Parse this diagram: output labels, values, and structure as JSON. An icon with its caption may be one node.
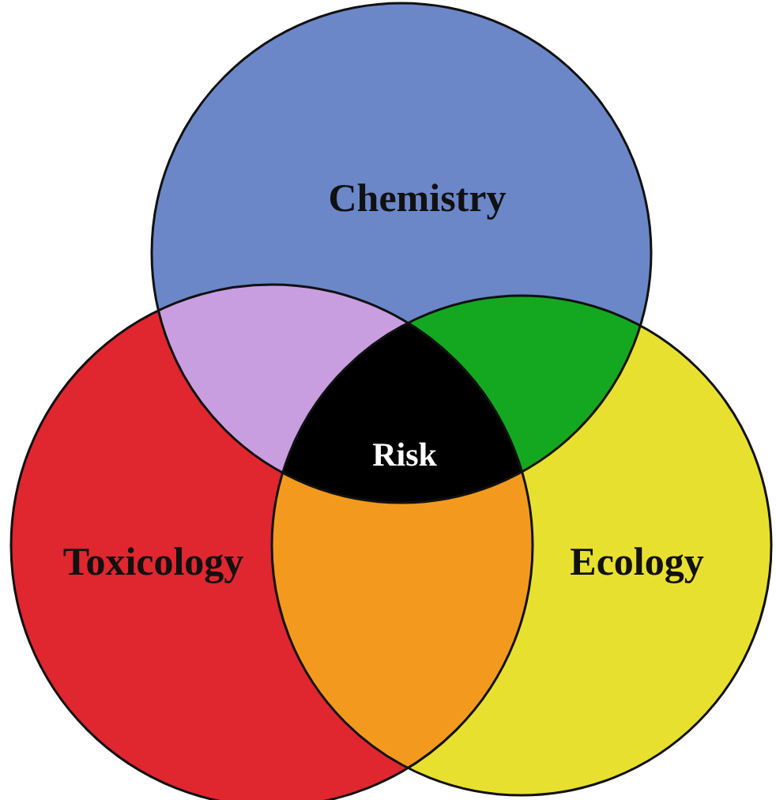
{
  "diagram": {
    "nodes": [
      {
        "text": [
          "Chemistry"
        ]
      },
      {
        "text": [
          "Toxicology"
        ]
      },
      {
        "text": [
          "Ecology"
        ]
      },
      {
        "text": [
          "Risk"
        ]
      }
    ]
  }
}
